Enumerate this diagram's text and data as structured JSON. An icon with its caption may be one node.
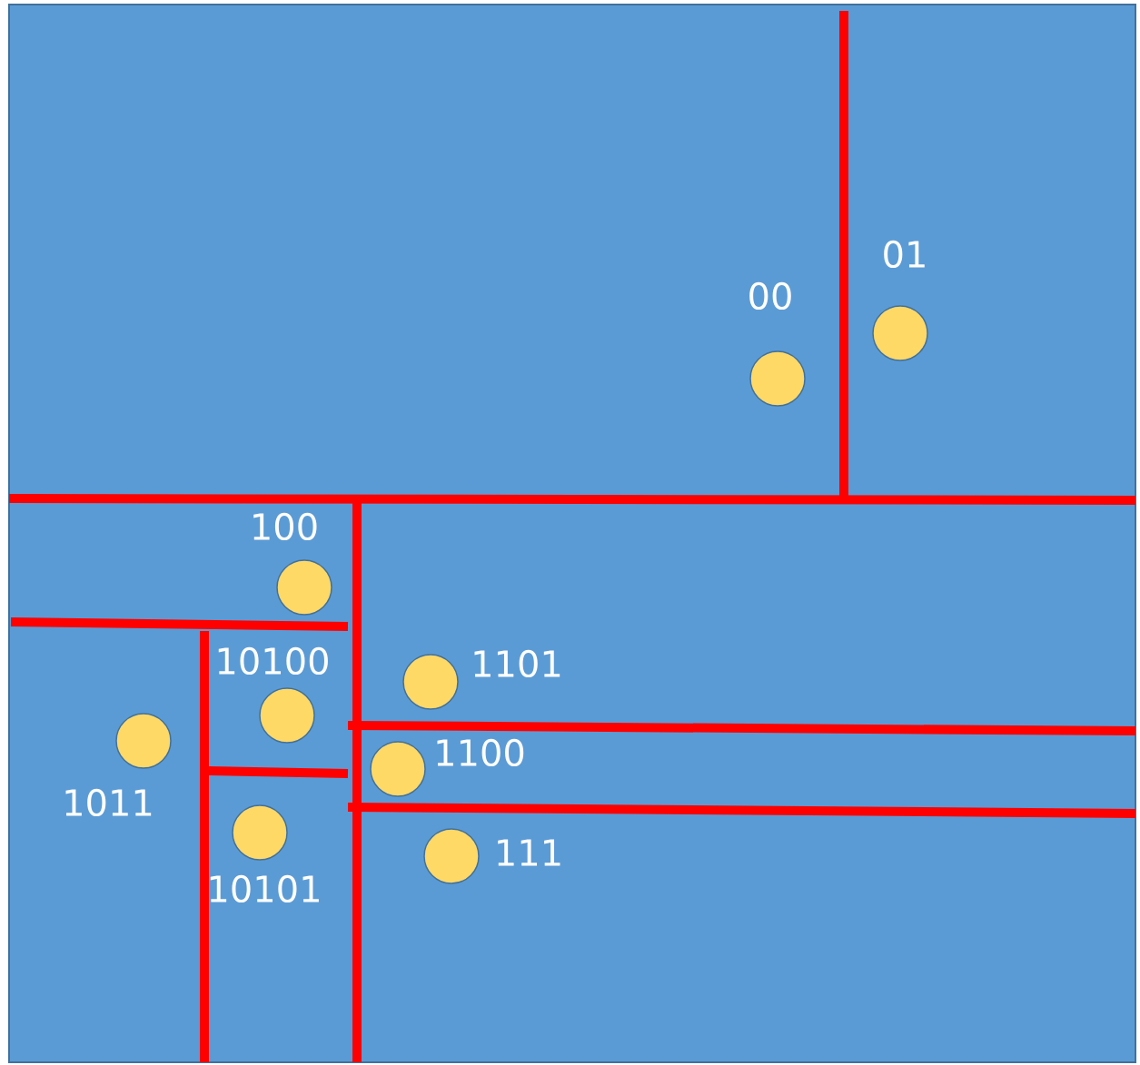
{
  "diagram": {
    "nodes": [
      {
        "text": [],
        "shape": "circle",
        "beside": [
          "00"
        ]
      },
      {
        "text": [],
        "shape": "circle",
        "beside": [
          "01"
        ]
      },
      {
        "text": [],
        "shape": "circle",
        "beside": [
          "100"
        ]
      },
      {
        "text": [],
        "shape": "circle",
        "beside": [
          "10100"
        ]
      },
      {
        "text": [],
        "shape": "circle",
        "beside": [
          "1011"
        ]
      },
      {
        "text": [],
        "shape": "circle",
        "beside": [
          "10101"
        ]
      },
      {
        "text": [],
        "shape": "circle",
        "beside": [
          "1101"
        ]
      },
      {
        "text": [],
        "shape": "circle",
        "beside": [
          "1100"
        ]
      },
      {
        "text": [],
        "shape": "circle",
        "beside": [
          "111"
        ]
      }
    ]
  }
}
